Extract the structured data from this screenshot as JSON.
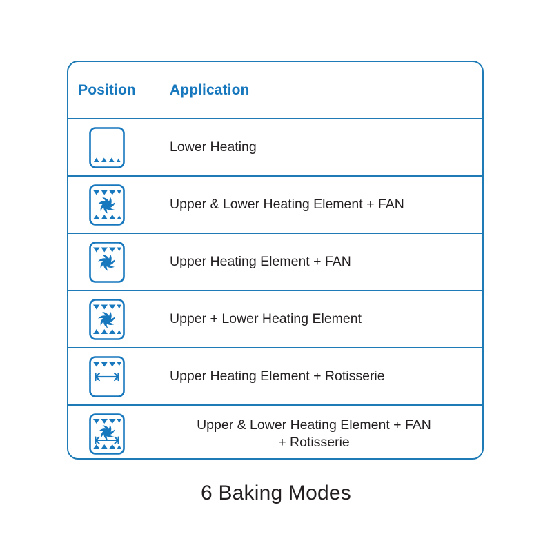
{
  "accent_color": "#1878be",
  "border_color": "#1f7bb6",
  "icon_color": "#1878be",
  "text_color": "#231f20",
  "background_color": "#ffffff",
  "table": {
    "headers": [
      {
        "label": "Position",
        "icon": "none"
      },
      {
        "label": "Application",
        "icon": "none"
      }
    ],
    "rows": [
      {
        "icon_name": "oven-lower-heating-icon",
        "icon": {
          "top_triangles": false,
          "bottom_triangles": true,
          "fan": false,
          "rotisserie": false
        },
        "application": "Lower Heating",
        "align": "left"
      },
      {
        "icon_name": "oven-upper-lower-heating-fan-icon",
        "icon": {
          "top_triangles": true,
          "bottom_triangles": true,
          "fan": true,
          "rotisserie": false
        },
        "application": "Upper & Lower Heating Element + FAN",
        "align": "left"
      },
      {
        "icon_name": "oven-upper-heating-fan-icon",
        "icon": {
          "top_triangles": true,
          "bottom_triangles": false,
          "fan": true,
          "rotisserie": false
        },
        "application": "Upper Heating Element + FAN",
        "align": "left"
      },
      {
        "icon_name": "oven-upper-lower-heating-icon",
        "icon": {
          "top_triangles": true,
          "bottom_triangles": true,
          "fan": true,
          "rotisserie": false
        },
        "application": "Upper + Lower Heating Element",
        "align": "left"
      },
      {
        "icon_name": "oven-upper-heating-rotisserie-icon",
        "icon": {
          "top_triangles": true,
          "bottom_triangles": false,
          "fan": false,
          "rotisserie": true
        },
        "application": "Upper Heating Element + Rotisserie",
        "align": "left"
      },
      {
        "icon_name": "oven-upper-lower-heating-fan-rotisserie-icon",
        "icon": {
          "top_triangles": true,
          "bottom_triangles": true,
          "fan": true,
          "rotisserie": true
        },
        "application": "Upper & Lower Heating Element + FAN\n+ Rotisserie",
        "application_line1": "Upper & Lower Heating Element + FAN",
        "application_line2": "+ Rotisserie",
        "align": "center"
      }
    ]
  },
  "caption": "6 Baking Modes"
}
